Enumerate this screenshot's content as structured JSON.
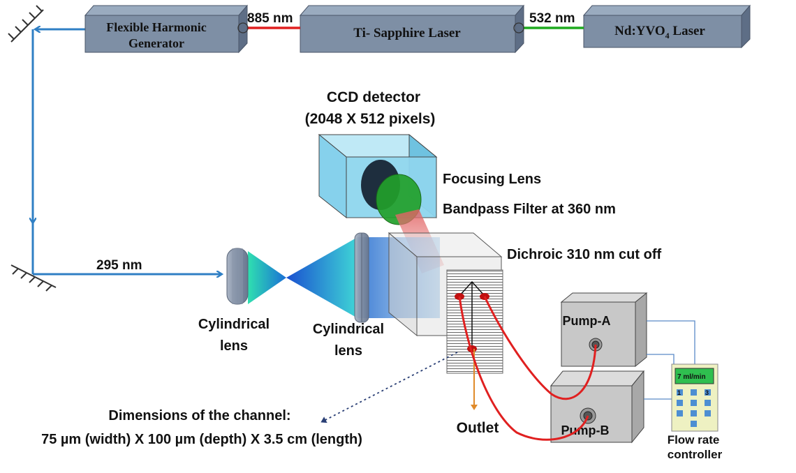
{
  "boxes": {
    "harmonic_line1": "Flexible Harmonic",
    "harmonic_line2": "Generator",
    "tisapphire": "Ti- Sapphire Laser",
    "ndyvo_prefix": "Nd:YVO",
    "ndyvo_sub": "4",
    "ndyvo_suffix": " Laser"
  },
  "beams": {
    "red_wavelength": "885 nm",
    "green_wavelength": "532 nm",
    "uv_wavelength": "295 nm"
  },
  "detector": {
    "title": "CCD detector",
    "pixels": "(2048 X 512 pixels)",
    "focusing_lens": "Focusing Lens",
    "bandpass_filter": "Bandpass Filter at 360 nm",
    "dichroic": "Dichroic 310 nm cut off"
  },
  "lenses": {
    "lens1_line1": "Cylindrical",
    "lens1_line2": "lens",
    "lens2_line1": "Cylindrical",
    "lens2_line2": "lens"
  },
  "channel": {
    "title": "Dimensions of the channel:",
    "dimensions": "75 µm (width) X 100 µm (depth) X 3.5 cm (length)",
    "outlet": "Outlet"
  },
  "pumps": {
    "pump_a": "Pump-A",
    "pump_b": "Pump-B"
  },
  "controller": {
    "display": "7  ml/min",
    "key1": "1",
    "key3": "3",
    "label_line1": "Flow rate",
    "label_line2": "controller"
  },
  "colors": {
    "box_face": "#7e8fa5",
    "box_top": "#9aabbf",
    "blue_beam": "#2f7fc4",
    "red_beam": "#e02020",
    "green_beam": "#1faa1f",
    "orange_arrow": "#e08a2a",
    "detector_face": "#8fd6ee",
    "filter_green": "#22a02a",
    "pump_gray": "#c8c8c8",
    "controller_body": "#eef1c2",
    "controller_display": "#2fbf4f",
    "controller_key": "#4d8ed2"
  },
  "icons": [
    "mirror-icon",
    "arrow-icon",
    "lens-icon",
    "filter-icon",
    "pump-icon",
    "keypad-icon"
  ]
}
